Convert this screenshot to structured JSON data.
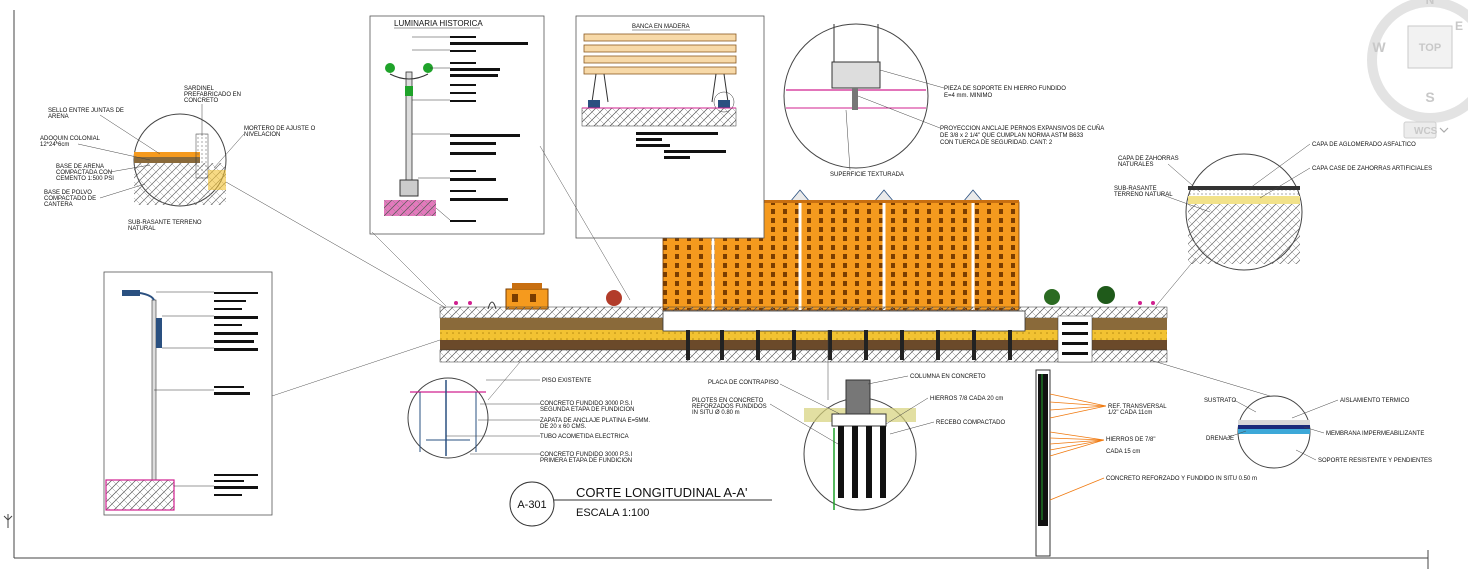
{
  "app": {
    "colors": {
      "building": "#f59a1e",
      "building_dark": "#c86f10",
      "soil_yellow": "#f2c232",
      "soil_brown": "#6b4a2a",
      "magenta": "#d0208f",
      "green": "#1fa32a",
      "orange_line": "#f07a10",
      "viewcube": "#c8c8c8"
    }
  },
  "viewcube": {
    "top_label": "TOP",
    "north": "N",
    "west": "W",
    "south": "S",
    "wcs_label": "WCS",
    "icons": [
      "viewcube-ring-icon"
    ]
  },
  "title_block": {
    "sheet_number": "A-301",
    "title": "CORTE LONGITUDINAL A-A'",
    "scale": "ESCALA 1:100"
  },
  "details": {
    "luminaria": {
      "title": "LUMINARIA HISTORICA"
    },
    "banca": {
      "title": "BANCA EN MADERA"
    },
    "pieza": {
      "label1": "PIEZA DE SOPORTE EN HIERRO FUNDIDO",
      "label1b": "E=4 mm. MINIMO",
      "label2": "PROYECCION ANCLAJE PERNOS EXPANSIVOS DE CUÑA",
      "label2b": "DE 3/8 x 2 1/4\" QUE CUMPLAN NORMA ASTM B633",
      "label2c": "CON TUERCA DE SEGURIDAD. CANT: 2",
      "label3": "SUPERFICIE TEXTURADA"
    },
    "andén": {
      "l1": "SELLO ENTRE JUNTAS DE",
      "l1b": "ARENA",
      "l2": "ADOQUIN COLONIAL",
      "l2b": "12*24*6cm",
      "l3": "BASE DE ARENA",
      "l3b": "COMPACTADA CON",
      "l3c": "CEMENTO 1:500 PSI",
      "l4": "BASE DE POLVO",
      "l4b": "COMPACTADO DE",
      "l4c": "CANTERA",
      "l5": "SUB-RASANTE TERRENO",
      "l5b": "NATURAL",
      "l6": "SARDINEL",
      "l6b": "PREFABRICADO EN",
      "l6c": "CONCRETO",
      "l7": "MORTERO DE AJUSTE O",
      "l7b": "NIVELACION"
    },
    "via": {
      "l1": "CAPA DE AGLOMERADO ASFALTICO",
      "l2": "CAPA DE ZAHORRAS",
      "l2b": "NATURALES",
      "l3": "CAPA CASE DE ZAHORRAS ARTIFICIALES",
      "l4": "SUB-RASANTE",
      "l4b": "TERRENO NATURAL"
    },
    "base_luminaria": {
      "l1": "PISO EXISTENTE",
      "l2": "CONCRETO FUNDIDO 3000 P.S.I",
      "l2b": "SEGUNDA ETAPA DE FUNDICION",
      "l3": "ZAPATA DE ANCLAJE PLATINA E=5MM.",
      "l3b": "DE 20 x 60 CMS.",
      "l4": "TUBO ACOMETIDA ELECTRICA",
      "l5": "CONCRETO FUNDIDO 3000 P.S.I",
      "l5b": "PRIMERA ETAPA DE FUNDICION"
    },
    "pilote": {
      "l1": "PLACA DE CONTRAPISO",
      "l2": "COLUMNA EN CONCRETO",
      "l3": "PILOTES EN CONCRETO",
      "l3b": "REFORZADOS FUNDIDOS",
      "l3c": "IN SITU Ø 0.80 m",
      "l4": "HIERROS 7/8 CADA 20 cm",
      "l5": "RECEBO COMPACTADO"
    },
    "columna": {
      "l1": "REF. TRANSVERSAL",
      "l1b": "1/2\" CADA 11cm",
      "l2": "HIERROS DE 7/8\"",
      "l2b": "CADA 15 cm",
      "l3": "CONCRETO REFORZADO Y FUNDIDO IN SITU 0.50 m"
    },
    "cubierta": {
      "l1": "SUSTRATO",
      "l2": "AISLAMIENTO TERMICO",
      "l3": "MEMBRANA IMPERMEABILIZANTE",
      "l4": "DRENAJE",
      "l5": "SOPORTE RESISTENTE Y PENDIENTES"
    }
  }
}
